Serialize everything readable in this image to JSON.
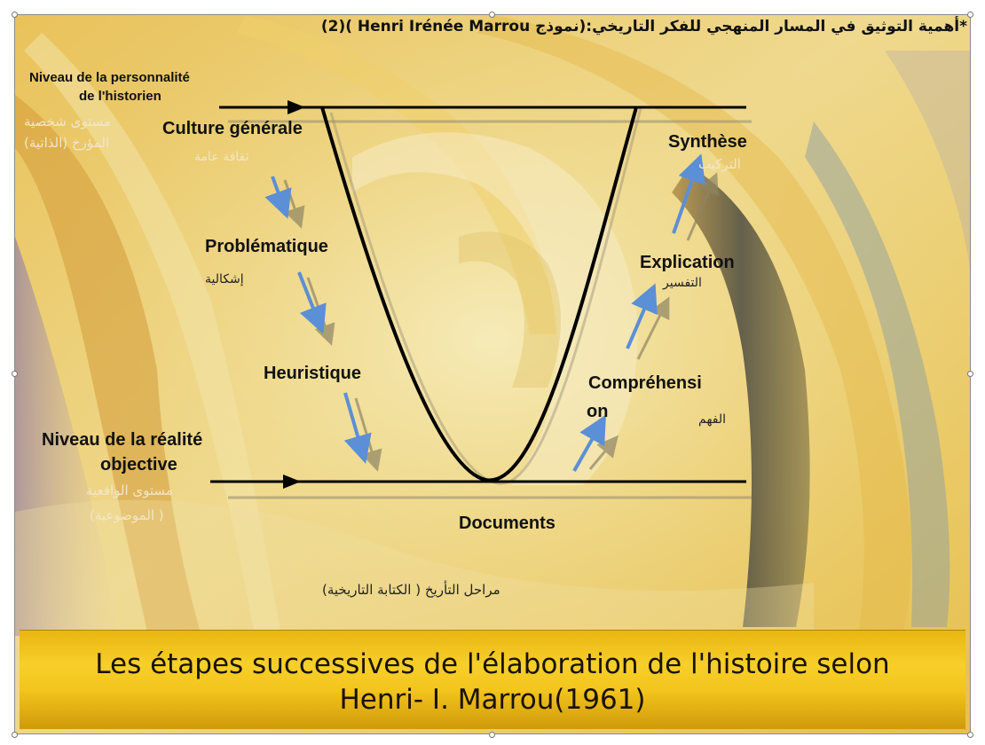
{
  "title": "*أهمية التوثيق في المسار المنهجي للفكر التاريخي:(نموذج Henri Irénée Marrou )(2)",
  "diagram": {
    "top_level_label_fr": [
      "Niveau de la personnalité",
      "de l'historien"
    ],
    "top_level_label_ar": [
      "مستوى شخصية",
      "المؤرخ (الذاتية)"
    ],
    "bottom_level_label_fr": [
      "Niveau de la réalité",
      "objective"
    ],
    "bottom_level_label_ar": [
      "مستوى الواقعية",
      "( الموضوعية)"
    ],
    "descending_steps": [
      {
        "fr": "Culture générale",
        "ar": "ثقافة عامة"
      },
      {
        "fr": "Problématique",
        "ar": "إشكالية"
      },
      {
        "fr": "Heuristique",
        "ar": ""
      }
    ],
    "bottom_node": {
      "fr": "Documents"
    },
    "ascending_steps": [
      {
        "fr": [
          "Compréhensi",
          "on"
        ],
        "ar": "الفهم"
      },
      {
        "fr": "Explication",
        "ar": "التفسير"
      },
      {
        "fr": "Synthèse",
        "ar": "التركيب"
      }
    ],
    "caption_ar": "مراحل التأريخ ( الكتابة التاريخية)"
  },
  "banner": {
    "line1": "Les étapes successives de l'élaboration de l'histoire selon",
    "line2": "Henri- I. Marrou(1961)",
    "color": "#f3c51d"
  },
  "colors": {
    "curve": "#000000",
    "step_arrows": "#5b8fd6",
    "background_art": "#e8cf6a"
  }
}
